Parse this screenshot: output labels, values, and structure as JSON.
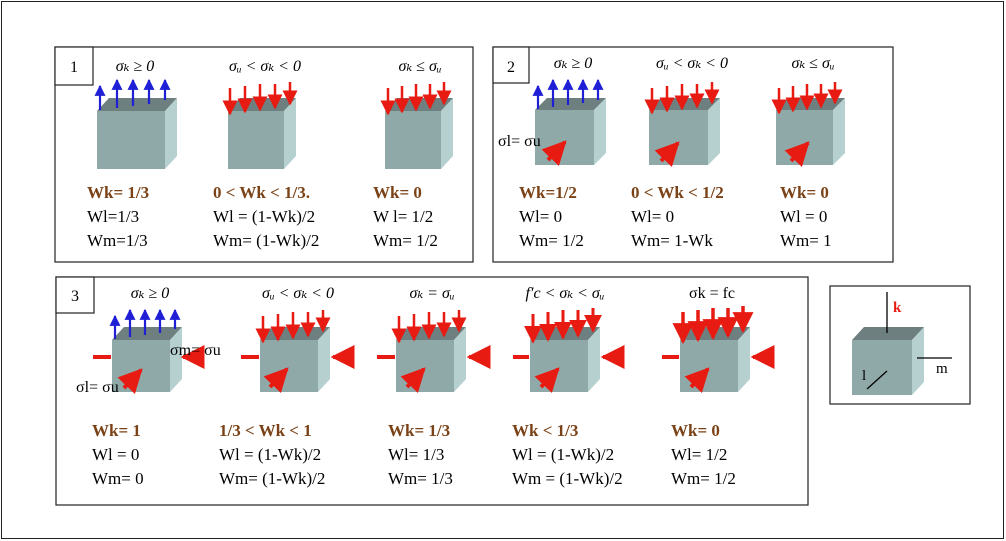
{
  "colors": {
    "cube_front": "#8fa9a9",
    "cube_top": "#6e7f80",
    "cube_side": "#b6d0d0",
    "tension_arrow": "#1f1fd6",
    "compression_arrow": "#e81b12",
    "highlight_text": "#7a4216"
  },
  "panel1": {
    "number": "1",
    "cases": [
      {
        "condition": "σₖ ≥ 0",
        "wk": "Wk= 1/3",
        "wl": "Wl=1/3",
        "wm": "Wm=1/3"
      },
      {
        "condition": "σᵤ < σₖ < 0",
        "wk": "0 < Wk < 1/3.",
        "wl": "Wl = (1-Wk)/2",
        "wm": "Wm= (1-Wk)/2"
      },
      {
        "condition": "σₖ ≤ σᵤ",
        "wk": "Wk= 0",
        "wl": "W l= 1/2",
        "wm": "Wm= 1/2"
      }
    ]
  },
  "panel2": {
    "number": "2",
    "sigma_l_label": "σl= σu",
    "cases": [
      {
        "condition": "σₖ ≥ 0",
        "wk": "Wk=1/2",
        "wl": "Wl= 0",
        "wm": "Wm= 1/2"
      },
      {
        "condition": "σᵤ < σₖ < 0",
        "wk": "0 < Wk < 1/2",
        "wl": "Wl= 0",
        "wm": "Wm= 1-Wk"
      },
      {
        "condition": "σₖ ≤ σᵤ",
        "wk": "Wk= 0",
        "wl": "Wl = 0",
        "wm": "Wm= 1"
      }
    ]
  },
  "panel3": {
    "number": "3",
    "sigma_m_label": "σm= σu",
    "sigma_l_label": "σl= σu",
    "cases": [
      {
        "condition": "σₖ ≥ 0",
        "wk": "Wk= 1",
        "wl": "Wl = 0",
        "wm": "Wm= 0"
      },
      {
        "condition": "σᵤ < σₖ < 0",
        "wk": "1/3 < Wk < 1",
        "wl": "Wl = (1-Wk)/2",
        "wm": "Wm= (1-Wk)/2"
      },
      {
        "condition": "σₖ = σᵤ",
        "wk": "Wk= 1/3",
        "wl": "Wl= 1/3",
        "wm": "Wm= 1/3"
      },
      {
        "condition": "f′c < σₖ < σᵤ",
        "wk": "Wk < 1/3",
        "wl": "Wl = (1-Wk)/2",
        "wm": "Wm = (1-Wk)/2"
      },
      {
        "condition": "σk = fc",
        "wk": "Wk= 0",
        "wl": "Wl= 1/2",
        "wm": "Wm= 1/2"
      }
    ]
  },
  "axes_legend": {
    "k": "k",
    "l": "l",
    "m": "m"
  }
}
